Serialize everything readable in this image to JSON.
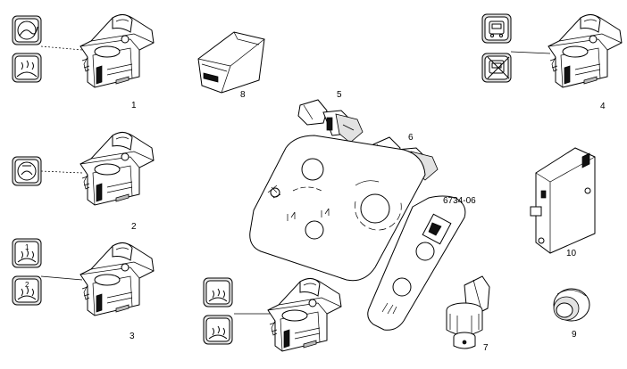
{
  "diagram": {
    "code": "6734-06",
    "callouts": {
      "c1": "1",
      "c2": "2",
      "c3": "3",
      "c4": "4",
      "c5": "5",
      "c6": "6",
      "c7": "7",
      "c8": "8",
      "c9": "9",
      "c10": "10"
    },
    "icons": {
      "s1_top": "mirror-defrost-icon",
      "s1_bottom": "rear-window-heater-icon",
      "s2": "mirror-heater-icon",
      "s3_top": "seat-heater-1-icon",
      "s3_bottom": "seat-heater-2-icon",
      "s4_top": "bus-icon",
      "s4_bottom": "bus-crossed-icon",
      "sb_top": "seat-heater-left-icon",
      "sb_bottom": "seat-heater-right-icon"
    }
  }
}
